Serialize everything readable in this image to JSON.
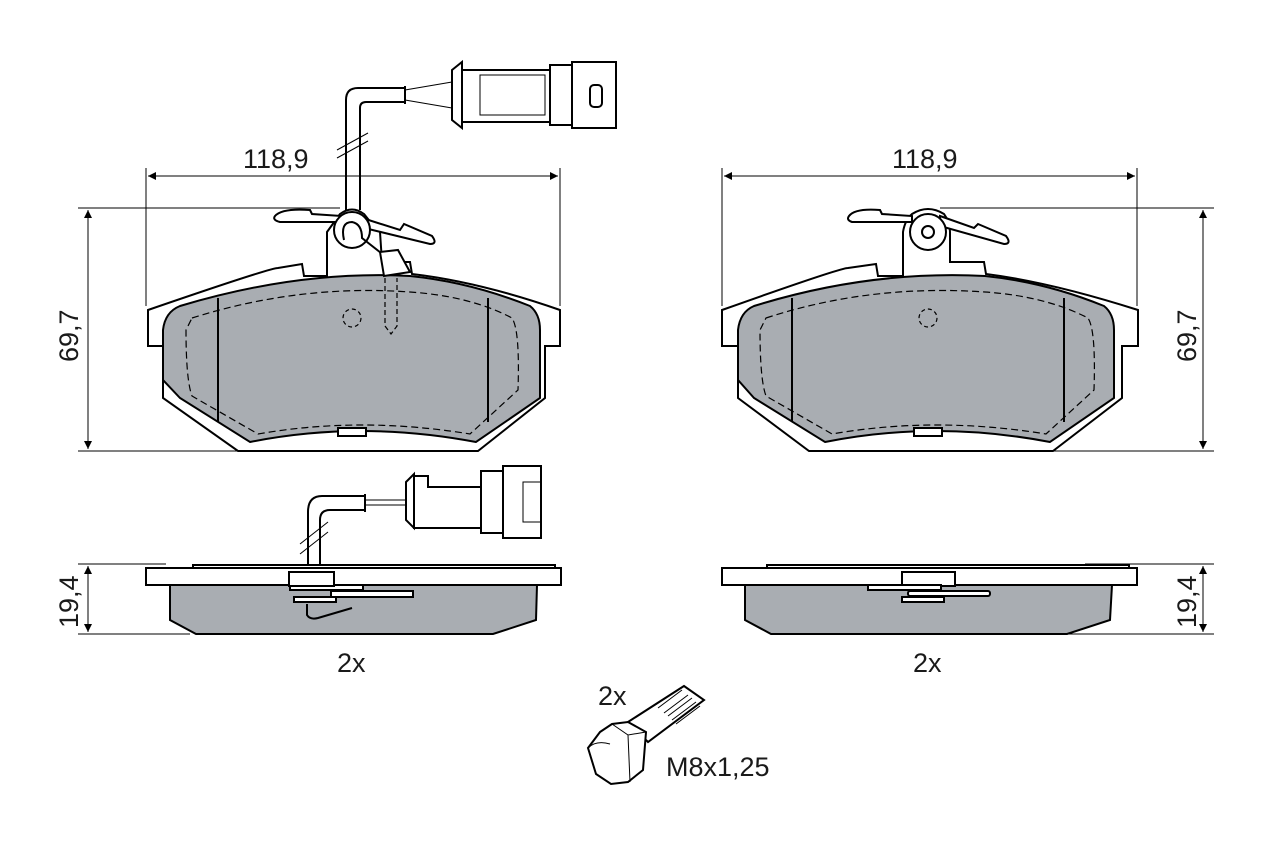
{
  "colors": {
    "background": "#ffffff",
    "friction_material": "#a9adb2",
    "line": "#000000"
  },
  "views": {
    "left_front": {
      "width_label": "118,9",
      "height_label": "69,7",
      "has_wear_sensor": true
    },
    "right_front": {
      "width_label": "118,9",
      "height_label": "69,7",
      "has_wear_sensor": false
    },
    "left_side": {
      "thickness_label": "19,4",
      "quantity_label": "2x"
    },
    "right_side": {
      "thickness_label": "19,4",
      "quantity_label": "2x"
    }
  },
  "bolt": {
    "quantity_label": "2x",
    "thread_label": "M8x1,25"
  }
}
